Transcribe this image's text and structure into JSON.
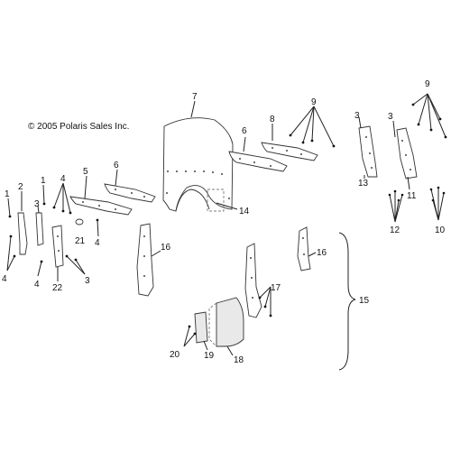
{
  "copyright": "© 2005 Polaris Sales Inc.",
  "callouts": {
    "c1a": "1",
    "c1b": "1",
    "c2": "2",
    "c3a": "3",
    "c3b": "3",
    "c3c": "3",
    "c3d": "3",
    "c4a": "4",
    "c4b": "4",
    "c4c": "4",
    "c4d": "4",
    "c5": "5",
    "c6a": "6",
    "c6b": "6",
    "c7": "7",
    "c8": "8",
    "c9a": "9",
    "c9b": "9",
    "c10": "10",
    "c11": "11",
    "c12": "12",
    "c13": "13",
    "c14": "14",
    "c15": "15",
    "c16a": "16",
    "c16b": "16",
    "c17": "17",
    "c18": "18",
    "c19": "19",
    "c20": "20",
    "c21": "21",
    "c22": "22"
  }
}
